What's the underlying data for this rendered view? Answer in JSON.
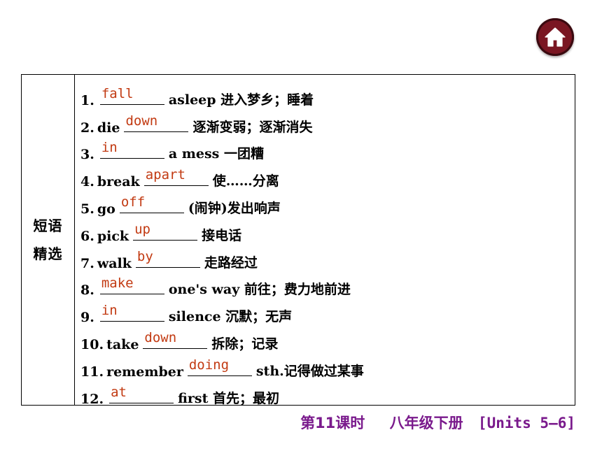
{
  "category": {
    "line1": "短语",
    "line2": "精选"
  },
  "items": [
    {
      "num": "1.",
      "pre": "",
      "answer": "fall",
      "post": "asleep 进入梦乡；睡着"
    },
    {
      "num": "2.",
      "pre": "die",
      "answer": "down",
      "post": "逐渐变弱；逐渐消失"
    },
    {
      "num": "3.",
      "pre": "",
      "answer": "in",
      "post": "a mess 一团糟"
    },
    {
      "num": "4.",
      "pre": "break",
      "answer": "apart",
      "post": "使……分离"
    },
    {
      "num": "5.",
      "pre": "go",
      "answer": "off",
      "post": "(闹钟)发出响声"
    },
    {
      "num": "6.",
      "pre": "pick",
      "answer": "up",
      "post": "接电话"
    },
    {
      "num": "7.",
      "pre": "walk",
      "answer": "by",
      "post": "走路经过"
    },
    {
      "num": "8.",
      "pre": "",
      "answer": "make",
      "post": "one's way 前往；费力地前进"
    },
    {
      "num": "9.",
      "pre": "",
      "answer": "in",
      "post": "silence 沉默；无声"
    },
    {
      "num": "10.",
      "pre": "take",
      "answer": "down",
      "post": "拆除；记录"
    },
    {
      "num": "11.",
      "pre": "remember",
      "answer": "doing",
      "post": "sth.记得做过某事"
    },
    {
      "num": "12.",
      "pre": "",
      "answer": "at",
      "post": "first 首先；最初"
    }
  ],
  "footer": {
    "lesson": "第11课时",
    "grade": "八年级下册",
    "units": "[Units 5—6]"
  },
  "icons": {
    "home": "home-icon"
  },
  "colors": {
    "answer": "#c23a12",
    "footer": "#7a1a8c",
    "home_button": "#7a1622"
  }
}
